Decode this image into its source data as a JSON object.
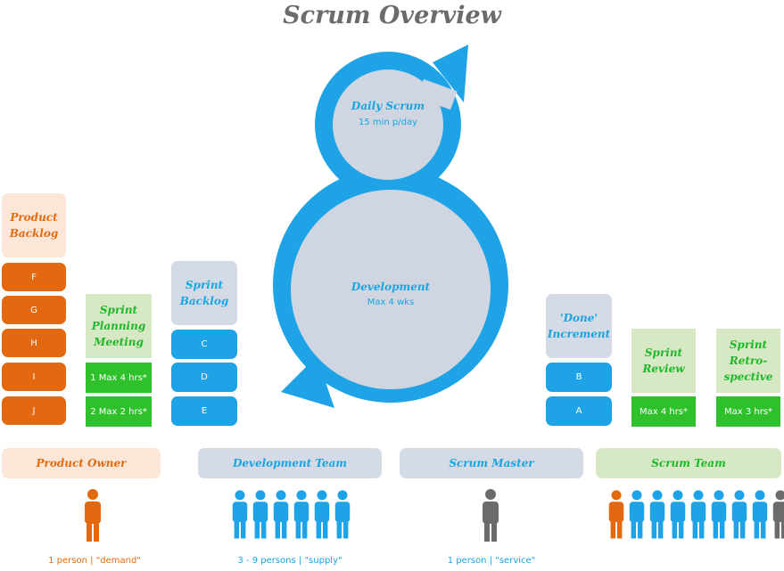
{
  "title": "Scrum Overview",
  "cycle": {
    "daily_scrum": {
      "label": "Daily Scrum",
      "sub": "15 min p/day"
    },
    "development": {
      "label": "Development",
      "sub": "Max 4 wks"
    }
  },
  "product_backlog": {
    "label": "Product Backlog",
    "items": [
      "F",
      "G",
      "H",
      "I",
      "J"
    ]
  },
  "sprint_planning": {
    "label": "Sprint Planning Meeting",
    "items": [
      "1 Max 4 hrs*",
      "2 Max 2 hrs*"
    ]
  },
  "sprint_backlog": {
    "label": "Sprint Backlog",
    "items": [
      "C",
      "D",
      "E"
    ]
  },
  "done_increment": {
    "label": "'Done' Increment",
    "items": [
      "B",
      "A"
    ]
  },
  "sprint_review": {
    "label": "Sprint Review",
    "time": "Max 4 hrs*"
  },
  "sprint_retro": {
    "label": "Sprint Retro-spective",
    "time": "Max 3 hrs*"
  },
  "roles": {
    "product_owner": {
      "label": "Product Owner",
      "caption": "1 person | \"demand\""
    },
    "development_team": {
      "label": "Development Team",
      "caption": "3 - 9 persons | \"supply\""
    },
    "scrum_master": {
      "label": "Scrum Master",
      "caption": "1 person | \"service\""
    },
    "scrum_team": {
      "label": "Scrum Team"
    }
  },
  "colors": {
    "orange": "#e2690f",
    "blue": "#1ea4e6",
    "green": "#2fc12c",
    "gray": "#6b6b6b"
  }
}
